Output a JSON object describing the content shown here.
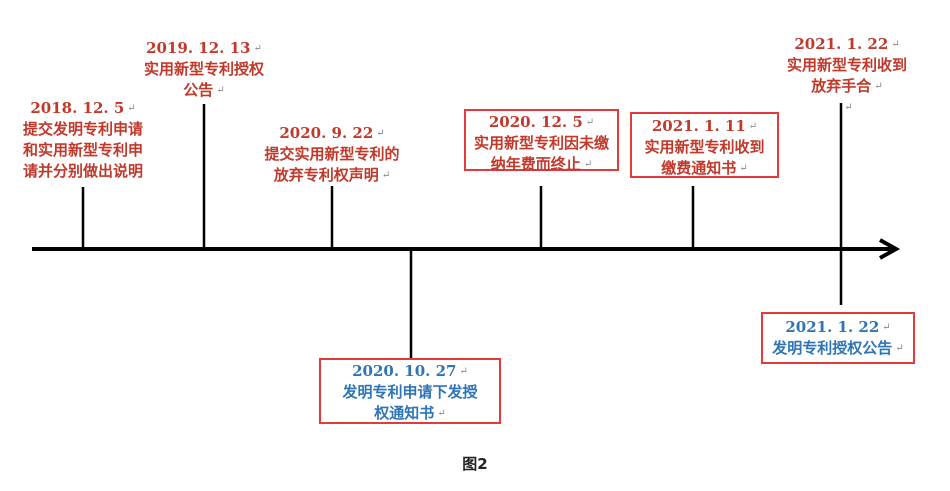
{
  "events": {
    "e1": {
      "date": "2018. 12. 5",
      "desc": [
        "提交发明专利申请",
        "和实用新型专利申",
        "请并分别做出说明"
      ]
    },
    "e2": {
      "date": "2019. 12. 13",
      "desc": [
        "实用新型专利授权",
        "公告"
      ]
    },
    "e3": {
      "date": "2020. 9. 22",
      "desc": [
        "提交实用新型专利的",
        "放弃专利权声明"
      ]
    },
    "e4": {
      "date": "2020. 10. 27",
      "desc": [
        "发明专利申请下发授",
        "权通知书"
      ]
    },
    "e5": {
      "date": "2020. 12. 5",
      "desc": [
        "实用新型专利因未缴",
        "纳年费而终止"
      ]
    },
    "e6": {
      "date": "2021. 1. 11",
      "desc": [
        "实用新型专利收到",
        "缴费通知书"
      ]
    },
    "e7": {
      "date": "2021. 1. 22",
      "desc": [
        "实用新型专利收到",
        "放弃手合"
      ]
    },
    "e8": {
      "date": "2021. 1. 22",
      "desc": [
        "发明专利授权公告"
      ]
    }
  },
  "colors": {
    "utility_model": "#c0392b",
    "invention": "#2e75b6",
    "box_border": "#e23b3b"
  },
  "caption": "图2"
}
